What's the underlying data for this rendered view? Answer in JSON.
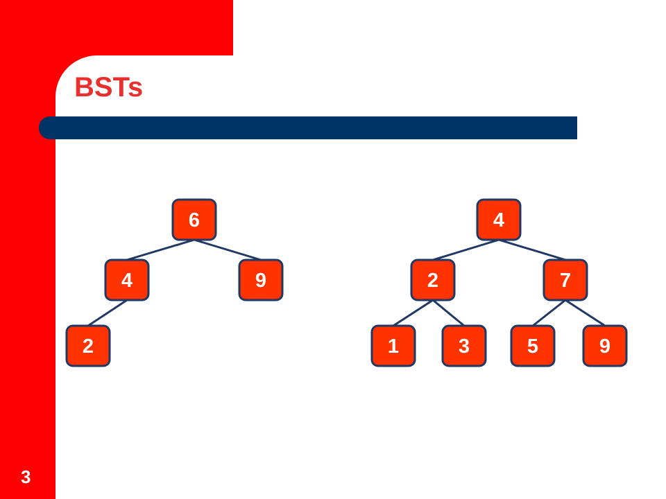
{
  "slide": {
    "title": "BSTs",
    "page_number": "3"
  },
  "colors": {
    "accent_red": "#ff0000",
    "title_red": "#e8312f",
    "title_bar_navy": "#003366",
    "node_fill": "#ff3300",
    "node_border": "#1f3864",
    "edge_color": "#1f3864",
    "node_text": "#ffffff"
  },
  "trees": [
    {
      "name": "left-tree",
      "nodes": [
        {
          "id": "t1-root",
          "label": "6"
        },
        {
          "id": "t1-l",
          "label": "4"
        },
        {
          "id": "t1-r",
          "label": "9"
        },
        {
          "id": "t1-ll",
          "label": "2"
        }
      ],
      "edges": [
        [
          "t1-root",
          "t1-l"
        ],
        [
          "t1-root",
          "t1-r"
        ],
        [
          "t1-l",
          "t1-ll"
        ]
      ]
    },
    {
      "name": "right-tree",
      "nodes": [
        {
          "id": "t2-root",
          "label": "4"
        },
        {
          "id": "t2-l",
          "label": "2"
        },
        {
          "id": "t2-r",
          "label": "7"
        },
        {
          "id": "t2-ll",
          "label": "1"
        },
        {
          "id": "t2-lr",
          "label": "3"
        },
        {
          "id": "t2-rl",
          "label": "5"
        },
        {
          "id": "t2-rr",
          "label": "9"
        }
      ],
      "edges": [
        [
          "t2-root",
          "t2-l"
        ],
        [
          "t2-root",
          "t2-r"
        ],
        [
          "t2-l",
          "t2-ll"
        ],
        [
          "t2-l",
          "t2-lr"
        ],
        [
          "t2-r",
          "t2-rl"
        ],
        [
          "t2-r",
          "t2-rr"
        ]
      ]
    }
  ]
}
